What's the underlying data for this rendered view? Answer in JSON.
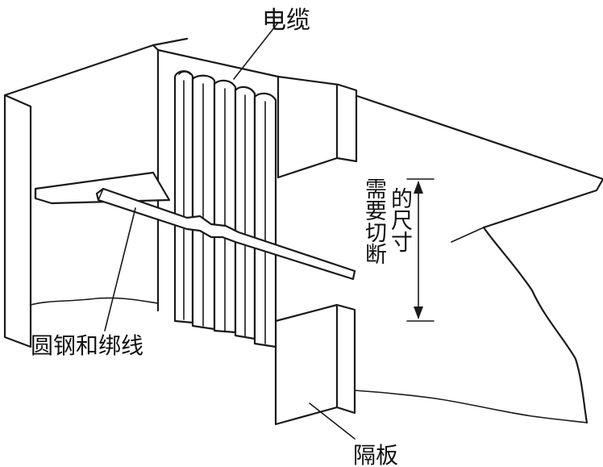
{
  "labels": {
    "cable": "电缆",
    "rod_and_tie": "圆钢和绑线",
    "partition": "隔板",
    "cut_line1": "需要切断",
    "cut_line2": "的尺寸"
  },
  "colors": {
    "ink": "#1a1a1a",
    "paper": "#ffffff"
  }
}
